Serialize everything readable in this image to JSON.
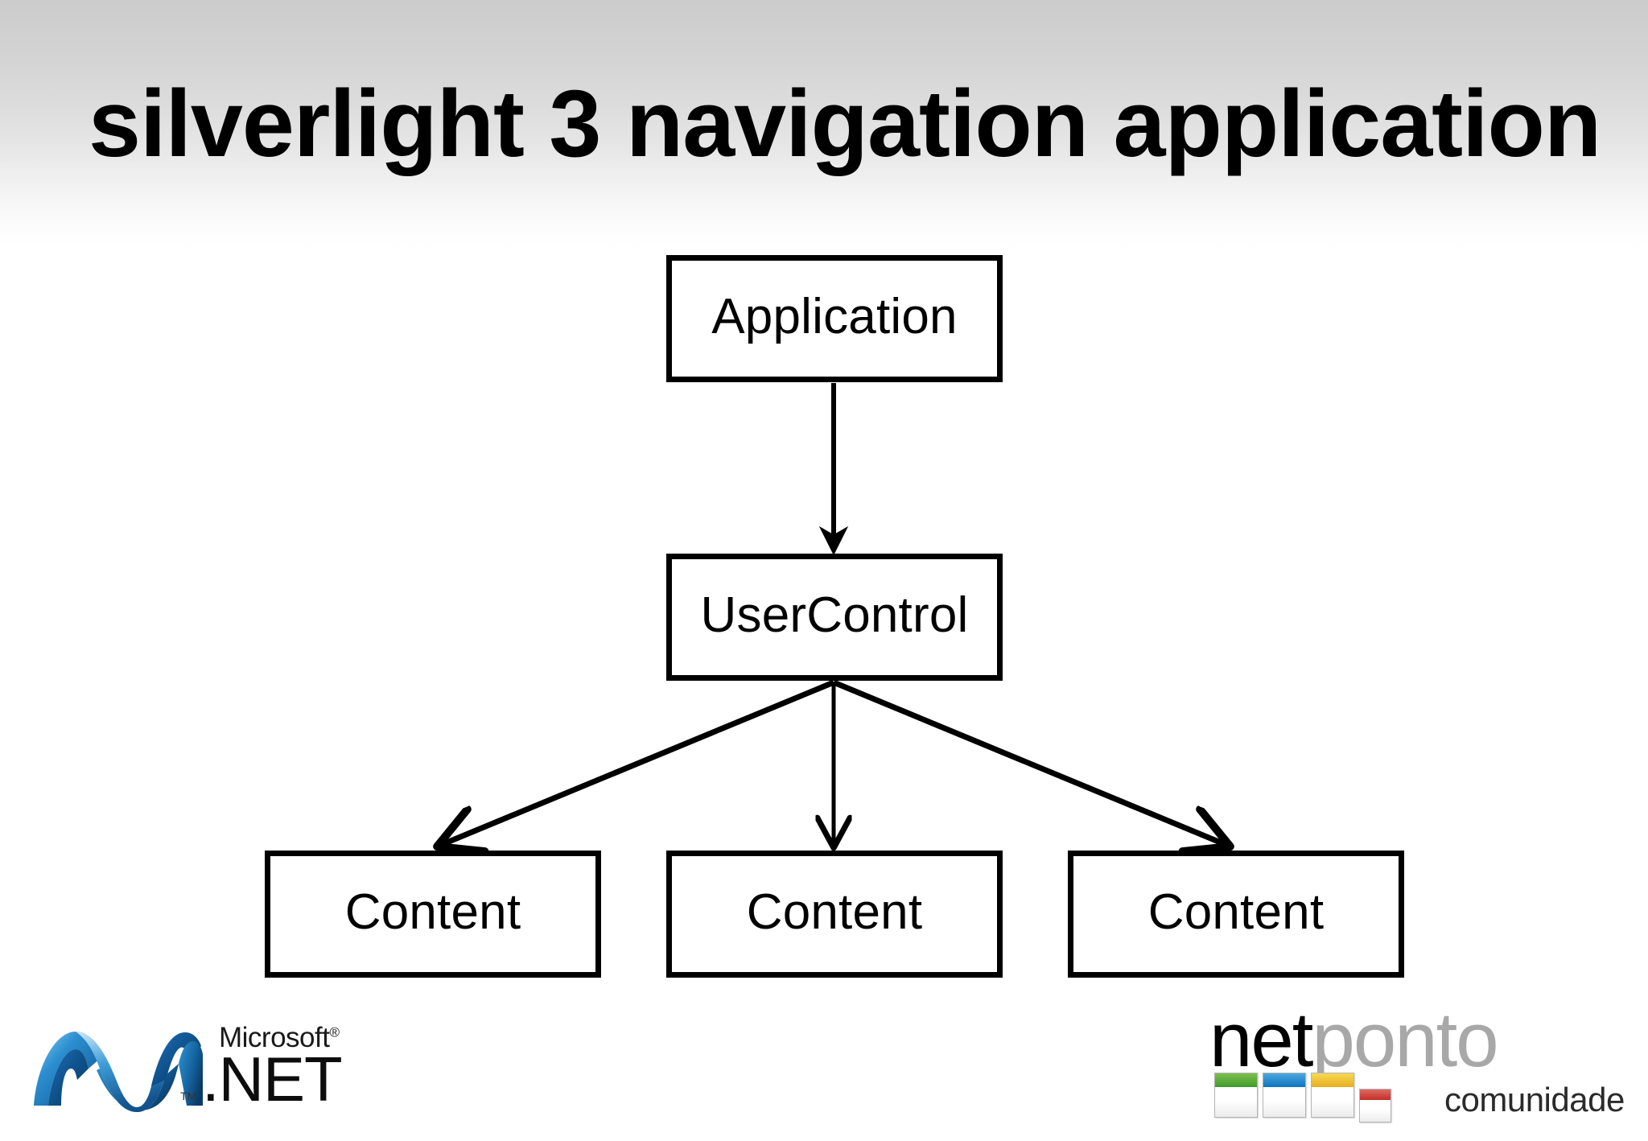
{
  "slide": {
    "title": "silverlight 3 navigation application",
    "background": {
      "top_color": "#cccccc",
      "bottom_color": "#ffffff"
    }
  },
  "diagram": {
    "type": "hierarchy-tree",
    "stroke_color": "#000000",
    "fill_color": "#ffffff",
    "nodes": [
      {
        "id": "application",
        "label": "Application"
      },
      {
        "id": "usercontrol",
        "label": "UserControl"
      },
      {
        "id": "content-1",
        "label": "Content"
      },
      {
        "id": "content-2",
        "label": "Content"
      },
      {
        "id": "content-3",
        "label": "Content"
      }
    ],
    "edges": [
      {
        "from": "application",
        "to": "usercontrol"
      },
      {
        "from": "usercontrol",
        "to": "content-1"
      },
      {
        "from": "usercontrol",
        "to": "content-2"
      },
      {
        "from": "usercontrol",
        "to": "content-3"
      }
    ]
  },
  "logos": {
    "microsoft_net": {
      "microsoft_text": "Microsoft",
      "registered_mark": "®",
      "net_text": ".NET",
      "trademark_mark": "TM",
      "wave_color": "#1464aa"
    },
    "netponto": {
      "net_text": "net",
      "ponto_text": "ponto",
      "tagline": "comunidade",
      "net_color": "#000000",
      "ponto_color": "#a8a8a8",
      "square_colors": [
        "#3f9c2e",
        "#0f74bd",
        "#e8ae20",
        "#c12f28"
      ]
    }
  }
}
